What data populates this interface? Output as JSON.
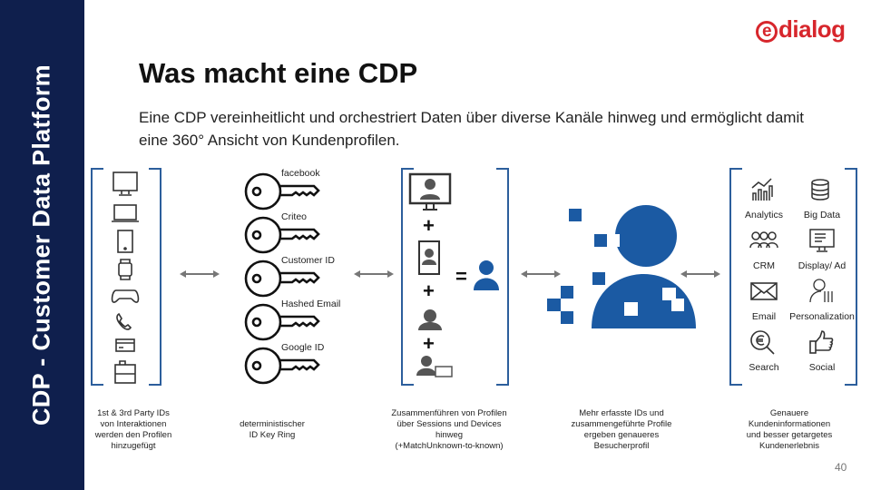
{
  "sidebar": {
    "title": "CDP - Customer Data Platform"
  },
  "logo": {
    "e": "e",
    "text": "dialog"
  },
  "title": "Was macht eine CDP",
  "subtitle": "Eine CDP vereinheitlicht und orchestriert Daten über diverse Kanäle hinweg und ermöglicht damit eine 360° Ansicht von Kundenprofilen.",
  "keys": [
    "facebook",
    "Criteo",
    "Customer ID",
    "Hashed Email",
    "Google ID"
  ],
  "channels": [
    "Analytics",
    "Big Data",
    "CRM",
    "Display/ Ad",
    "Email",
    "Personalization",
    "Search",
    "Social"
  ],
  "captions": {
    "c1": [
      "1st & 3rd Party IDs",
      "von Interaktionen",
      "werden den Profilen",
      "hinzugefügt"
    ],
    "c2": [
      "deterministischer",
      "ID Key Ring"
    ],
    "c3": [
      "Zusammenführen von Profilen",
      "über Sessions und Devices",
      "hinweg",
      "(+MatchUnknown-to-known)"
    ],
    "c4": [
      "Mehr erfasste IDs und",
      "zusammengeführte Profile",
      "ergeben genaueres",
      "Besucherprofil"
    ],
    "c5": [
      "Genauere",
      "Kundeninformationen",
      "und besser getargetes",
      "Kundenerlebnis"
    ]
  },
  "symbols": {
    "plus": "+",
    "equals": "="
  },
  "page_number": "40",
  "colors": {
    "navy": "#0f1f4d",
    "blue": "#1b5aa3",
    "red": "#d7262c"
  }
}
